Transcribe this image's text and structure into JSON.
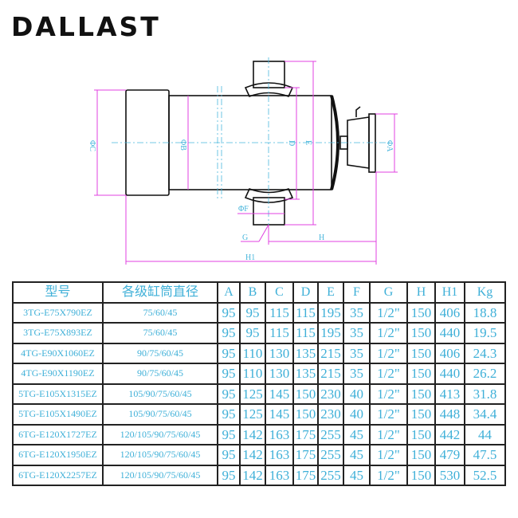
{
  "brand": "DALLAST",
  "drawing": {
    "labels": {
      "phi_c": "ΦC",
      "phi_b": "ΦB",
      "d": "D",
      "e": "E",
      "phi_a": "ΦA",
      "phi_f": "ΦF",
      "g": "G",
      "h": "H",
      "h1": "H1"
    },
    "colors": {
      "outline": "#111111",
      "dimension": "#e040e0",
      "centerline": "#49b6dc"
    }
  },
  "table": {
    "headers": [
      "型号",
      "各级缸筒直径",
      "A",
      "B",
      "C",
      "D",
      "E",
      "F",
      "G",
      "H",
      "H1",
      "Kg"
    ],
    "rows": [
      [
        "3TG-E75X790EZ",
        "75/60/45",
        "95",
        "95",
        "115",
        "115",
        "195",
        "35",
        "1/2\"",
        "150",
        "406",
        "18.8"
      ],
      [
        "3TG-E75X893EZ",
        "75/60/45",
        "95",
        "95",
        "115",
        "115",
        "195",
        "35",
        "1/2\"",
        "150",
        "440",
        "19.5"
      ],
      [
        "4TG-E90X1060EZ",
        "90/75/60/45",
        "95",
        "110",
        "130",
        "135",
        "215",
        "35",
        "1/2\"",
        "150",
        "406",
        "24.3"
      ],
      [
        "4TG-E90X1190EZ",
        "90/75/60/45",
        "95",
        "110",
        "130",
        "135",
        "215",
        "35",
        "1/2\"",
        "150",
        "440",
        "26.2"
      ],
      [
        "5TG-E105X1315EZ",
        "105/90/75/60/45",
        "95",
        "125",
        "145",
        "150",
        "230",
        "40",
        "1/2\"",
        "150",
        "413",
        "31.8"
      ],
      [
        "5TG-E105X1490EZ",
        "105/90/75/60/45",
        "95",
        "125",
        "145",
        "150",
        "230",
        "40",
        "1/2\"",
        "150",
        "448",
        "34.4"
      ],
      [
        "6TG-E120X1727EZ",
        "120/105/90/75/60/45",
        "95",
        "142",
        "163",
        "175",
        "255",
        "45",
        "1/2\"",
        "150",
        "442",
        "44"
      ],
      [
        "6TG-E120X1950EZ",
        "120/105/90/75/60/45",
        "95",
        "142",
        "163",
        "175",
        "255",
        "45",
        "1/2\"",
        "150",
        "479",
        "47.5"
      ],
      [
        "6TG-E120X2257EZ",
        "120/105/90/75/60/45",
        "95",
        "142",
        "163",
        "175",
        "255",
        "45",
        "1/2\"",
        "150",
        "530",
        "52.5"
      ]
    ]
  }
}
